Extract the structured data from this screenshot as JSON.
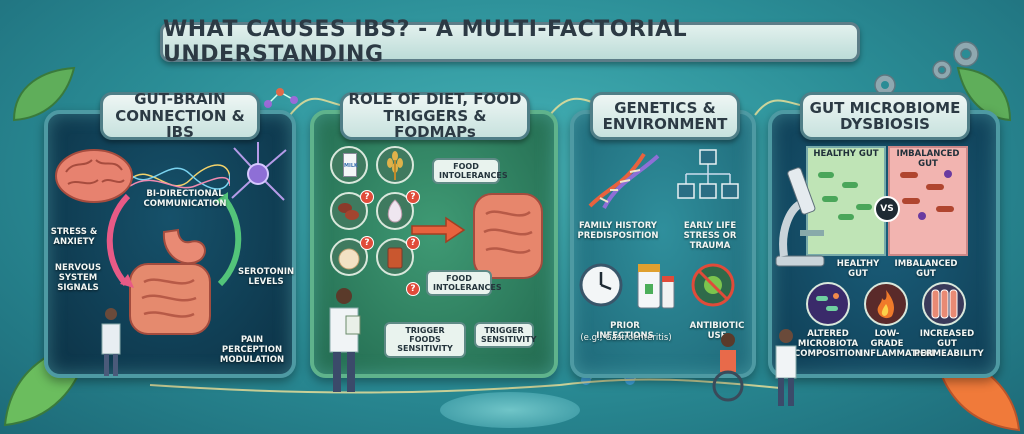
{
  "title": "WHAT CAUSES IBS? - A MULTI-FACTORIAL UNDERSTANDING",
  "panels": {
    "gut_brain": {
      "heading_line1": "GUT-BRAIN",
      "heading_line2": "CONNECTION & IBS",
      "labels": {
        "bidirectional": "BI-DIRECTIONAL COMMUNICATION",
        "stress": "STRESS & ANXIETY",
        "nervous": "NERVOUS SYSTEM SIGNALS",
        "serotonin": "SEROTONIN LEVELS",
        "pain": "PAIN PERCEPTION MODULATION"
      }
    },
    "diet": {
      "heading_line1": "ROLE OF DIET, FOOD",
      "heading_line2": "TRIGGERS & FODMAPs",
      "labels": {
        "food_intolerances_top": "FOOD INTOLERANCES",
        "food_intolerances_mid": "FOOD INTOLERANCES",
        "trigger_foods": "TRIGGER FOODS SENSITIVITY",
        "trigger_sensitivity": "TRIGGER SENSITIVITY",
        "milk_carton": "MILK"
      }
    },
    "genetics": {
      "heading_line1": "GENETICS &",
      "heading_line2": "ENVIRONMENT",
      "labels": {
        "family_history": "FAMILY HISTORY PREDISPOSITION",
        "early_life": "EARLY LIFE STRESS OR TRAUMA",
        "prior_infections": "PRIOR INFECTIONS",
        "prior_infections_example": "(e.g., Gastroenteritis)",
        "antibiotic": "ANTIBIOTIC USE"
      }
    },
    "microbiome": {
      "heading_line1": "GUT MICROBIOME",
      "heading_line2": "DYSBIOSIS",
      "labels": {
        "healthy_gut_top": "HEALTHY GUT",
        "imbalanced_gut_top": "IMBALANCED GUT",
        "vs": "VS",
        "healthy_gut": "HEALTHY GUT",
        "imbalanced_gut": "IMBALANCED GUT",
        "altered_microbiota": "ALTERED MICROBIOTA COMPOSITION",
        "inflammation": "LOW-GRADE INFLAMMATION",
        "permeability": "INCREASED GUT PERMEABILITY"
      }
    }
  },
  "colors": {
    "background": "#2a8c95",
    "banner": "#d6ebe7",
    "intestine": "#e58a6e",
    "brain": "#e7826f",
    "alert_red": "#e04b3a"
  },
  "icons": [
    "brain-icon",
    "neuron-icon",
    "intestine-icon",
    "stomach-icon",
    "dna-icon",
    "family-tree-icon",
    "clock-icon",
    "pills-icon",
    "virus-icon",
    "microscope-icon",
    "flame-icon",
    "bacteria-icon",
    "doctor-icon",
    "wheelchair-patient-icon",
    "gear-icon",
    "leaf-icon",
    "molecule-icon"
  ]
}
